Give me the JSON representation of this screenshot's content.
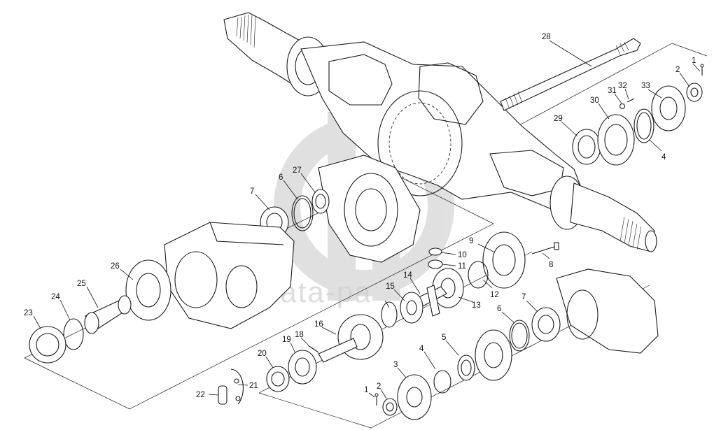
{
  "watermark": {
    "text": "data-pa",
    "color": "#c8c8c8"
  },
  "callouts": [
    {
      "id": "1",
      "label": "1"
    },
    {
      "id": "2",
      "label": "2"
    },
    {
      "id": "28",
      "label": "28"
    },
    {
      "id": "31",
      "label": "31"
    },
    {
      "id": "32",
      "label": "32"
    },
    {
      "id": "33",
      "label": "33"
    },
    {
      "id": "30",
      "label": "30"
    },
    {
      "id": "29",
      "label": "29"
    },
    {
      "id": "4",
      "label": "4"
    },
    {
      "id": "6",
      "label": "6"
    },
    {
      "id": "27",
      "label": "27"
    },
    {
      "id": "7",
      "label": "7"
    },
    {
      "id": "9",
      "label": "9"
    },
    {
      "id": "10",
      "label": "10"
    },
    {
      "id": "11",
      "label": "11"
    },
    {
      "id": "8",
      "label": "8"
    },
    {
      "id": "26",
      "label": "26"
    },
    {
      "id": "14",
      "label": "14"
    },
    {
      "id": "15",
      "label": "15"
    },
    {
      "id": "12",
      "label": "12"
    },
    {
      "id": "13",
      "label": "13"
    },
    {
      "id": "25",
      "label": "25"
    },
    {
      "id": "24",
      "label": "24"
    },
    {
      "id": "16",
      "label": "16"
    },
    {
      "id": "23",
      "label": "23"
    },
    {
      "id": "18",
      "label": "18"
    },
    {
      "id": "19",
      "label": "19"
    },
    {
      "id": "6b",
      "label": "6"
    },
    {
      "id": "7b",
      "label": "7"
    },
    {
      "id": "5",
      "label": "5"
    },
    {
      "id": "4b",
      "label": "4"
    },
    {
      "id": "20",
      "label": "20"
    },
    {
      "id": "3",
      "label": "3"
    },
    {
      "id": "21",
      "label": "21"
    },
    {
      "id": "22",
      "label": "22"
    },
    {
      "id": "2b",
      "label": "2"
    },
    {
      "id": "1b",
      "label": "1"
    }
  ]
}
